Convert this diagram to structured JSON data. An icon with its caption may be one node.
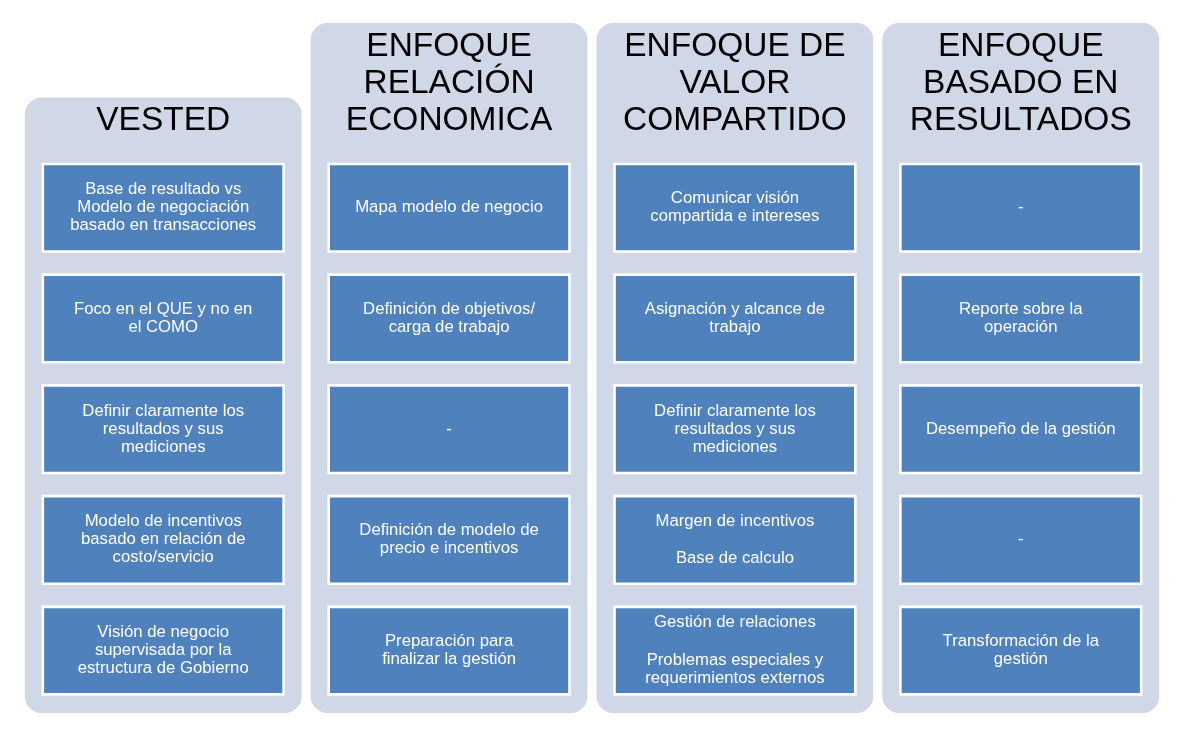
{
  "diagram": {
    "nodes": [
      {
        "text": [
          "VESTED"
        ]
      },
      {
        "text": [
          "Base de resultado vs Modelo de negociación basado en transacciones"
        ],
        "in": 0
      },
      {
        "text": [
          "Foco en el QUE y no en el COMO"
        ],
        "in": 0
      },
      {
        "text": [
          "Definir claramente los resultados y sus mediciones"
        ],
        "in": 0
      },
      {
        "text": [
          "Modelo de incentivos basado en relación de costo/servicio"
        ],
        "in": 0
      },
      {
        "text": [
          "Visión de negocio supervisada por la estructura de Gobierno"
        ],
        "in": 0
      },
      {
        "text": [
          "ENFOQUE RELACIÓN ECONOMICA"
        ]
      },
      {
        "text": [
          "Mapa modelo de negocio"
        ],
        "in": 6
      },
      {
        "text": [
          "Definición de objetivos/ carga de trabajo"
        ],
        "in": 6
      },
      {
        "text": [
          "-"
        ],
        "in": 6
      },
      {
        "text": [
          "Definición de modelo de precio e incentivos"
        ],
        "in": 6
      },
      {
        "text": [
          "Preparación para finalizar la gestión"
        ],
        "in": 6
      },
      {
        "text": [
          "ENFOQUE DE VALOR COMPARTIDO"
        ]
      },
      {
        "text": [
          "Comunicar visión compartida e intereses"
        ],
        "in": 12
      },
      {
        "text": [
          "Asignación y alcance de trabajo"
        ],
        "in": 12
      },
      {
        "text": [
          "Definir claramente los resultados y sus mediciones"
        ],
        "in": 12
      },
      {
        "text": [
          "Margen de incentivos",
          "Base de calculo"
        ],
        "in": 12
      },
      {
        "text": [
          "Gestión de relaciones",
          "Problemas especiales y requerimientos externos"
        ],
        "in": 12
      },
      {
        "text": [
          "ENFOQUE BASADO EN RESULTADOS"
        ]
      },
      {
        "text": [
          "-"
        ],
        "in": 18
      },
      {
        "text": [
          "Reporte sobre la operación"
        ],
        "in": 18
      },
      {
        "text": [
          "Desempeño de la gestión"
        ],
        "in": 18
      },
      {
        "text": [
          "-"
        ],
        "in": 18
      },
      {
        "text": [
          "Transformación de la gestión"
        ],
        "in": 18
      }
    ]
  }
}
